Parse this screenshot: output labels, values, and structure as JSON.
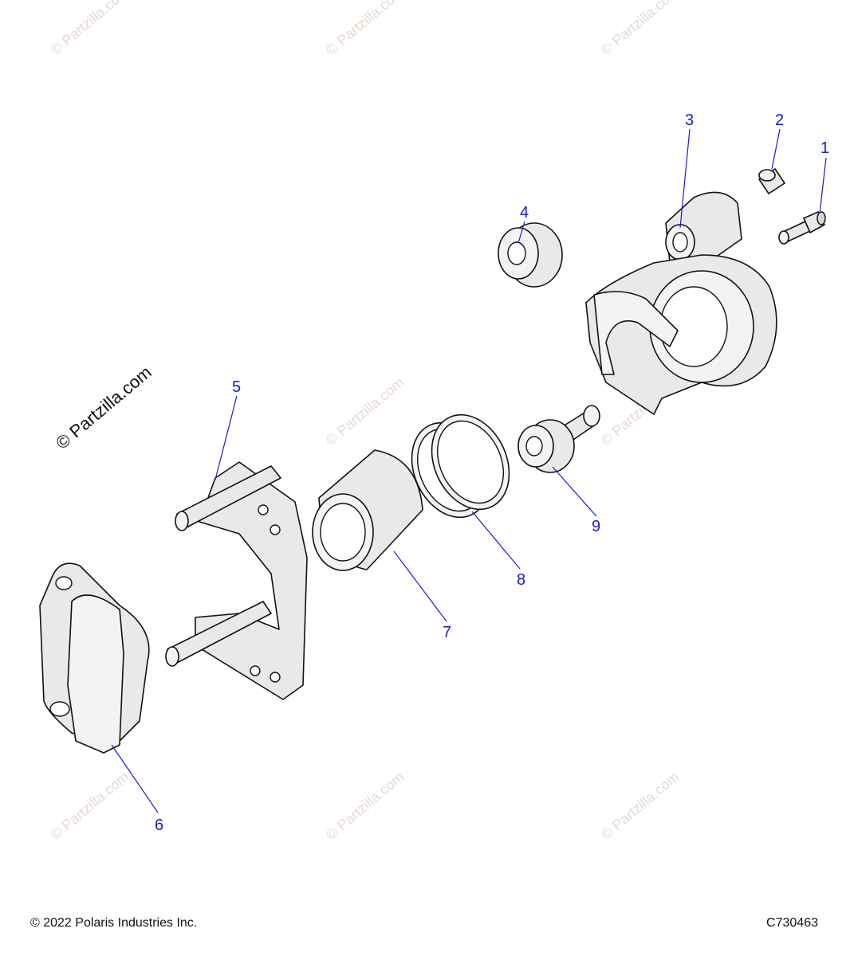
{
  "watermark": {
    "text": "© Partzilla.com"
  },
  "callouts": [
    {
      "id": "1",
      "label": "1"
    },
    {
      "id": "2",
      "label": "2"
    },
    {
      "id": "3",
      "label": "3"
    },
    {
      "id": "4",
      "label": "4"
    },
    {
      "id": "5",
      "label": "5"
    },
    {
      "id": "6",
      "label": "6"
    },
    {
      "id": "7",
      "label": "7"
    },
    {
      "id": "8",
      "label": "8"
    },
    {
      "id": "9",
      "label": "9"
    }
  ],
  "footer": {
    "copyright": "© 2022 Polaris Industries Inc.",
    "diagram_code": "C730463"
  },
  "colors": {
    "callout": "#1a1ad6",
    "watermark": "#e6d9d3",
    "outline": "#111111"
  }
}
